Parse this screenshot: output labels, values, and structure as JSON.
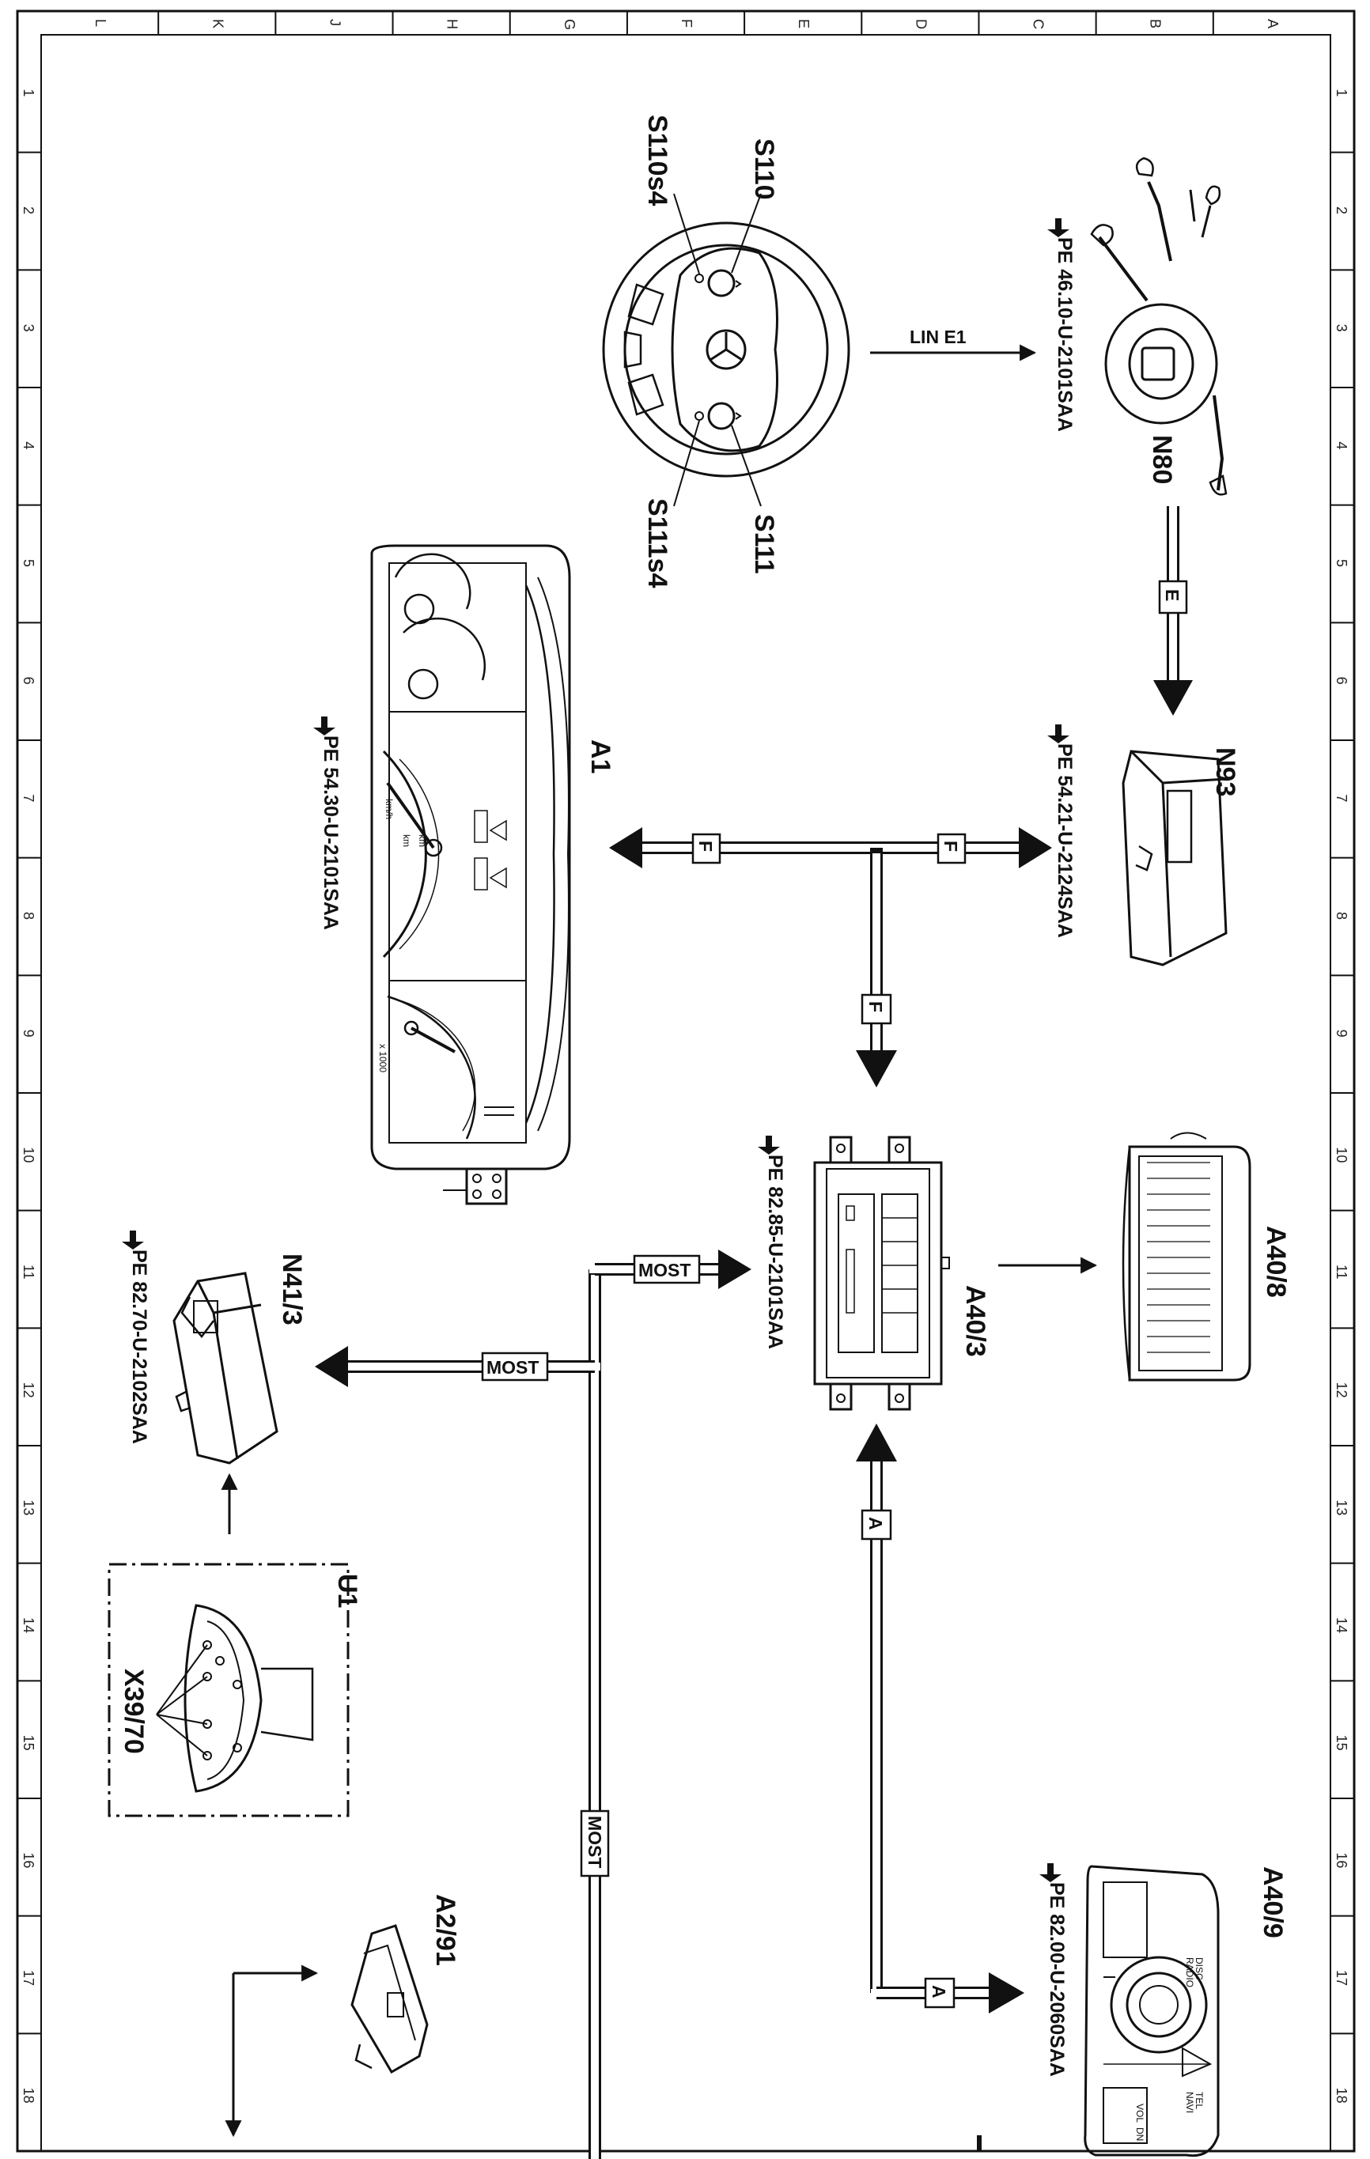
{
  "border": {
    "columns": [
      "L",
      "K",
      "J",
      "H",
      "G",
      "F",
      "E",
      "D",
      "C",
      "B",
      "A"
    ],
    "rows": [
      "1",
      "2",
      "3",
      "4",
      "5",
      "6",
      "7",
      "8",
      "9",
      "10",
      "11",
      "12",
      "13",
      "14",
      "15",
      "16",
      "17",
      "18"
    ]
  },
  "components": {
    "steering_wheel": {
      "s110": "S110",
      "s110s4": "S110s4",
      "s111": "S111",
      "s111s4": "S111s4"
    },
    "n80": {
      "code": "N80",
      "ref": "PE 46.10-U-2101SAA"
    },
    "n93": {
      "code": "N93",
      "ref": "PE 54.21-U-2124SAA"
    },
    "a1": {
      "code": "A1",
      "ref": "PE 54.30-U-2101SAA",
      "gauge_units": "x 1000",
      "speed_units": "km/h",
      "km": "km"
    },
    "a40_3": {
      "code": "A40/3",
      "ref": "PE 82.85-U-2101SAA"
    },
    "a40_8": {
      "code": "A40/8"
    },
    "n41_3": {
      "code": "N41/3",
      "ref": "PE 82.70-U-2102SAA"
    },
    "u1": {
      "code": "U1",
      "sub": "X39/70"
    },
    "a2_91": {
      "code": "A2/91"
    },
    "a40_9": {
      "code": "A40/9",
      "ref": "PE 82.00-U-2060SAA",
      "btn_disc": "DISC",
      "btn_radio": "RADIO",
      "btn_tel": "TEL",
      "btn_navi": "NAVI",
      "btn_vol": "VOL",
      "btn_dn": "DN"
    }
  },
  "buses": {
    "lin": "LIN E1",
    "e": "E",
    "f": "F",
    "most": "MOST",
    "a": "A"
  }
}
